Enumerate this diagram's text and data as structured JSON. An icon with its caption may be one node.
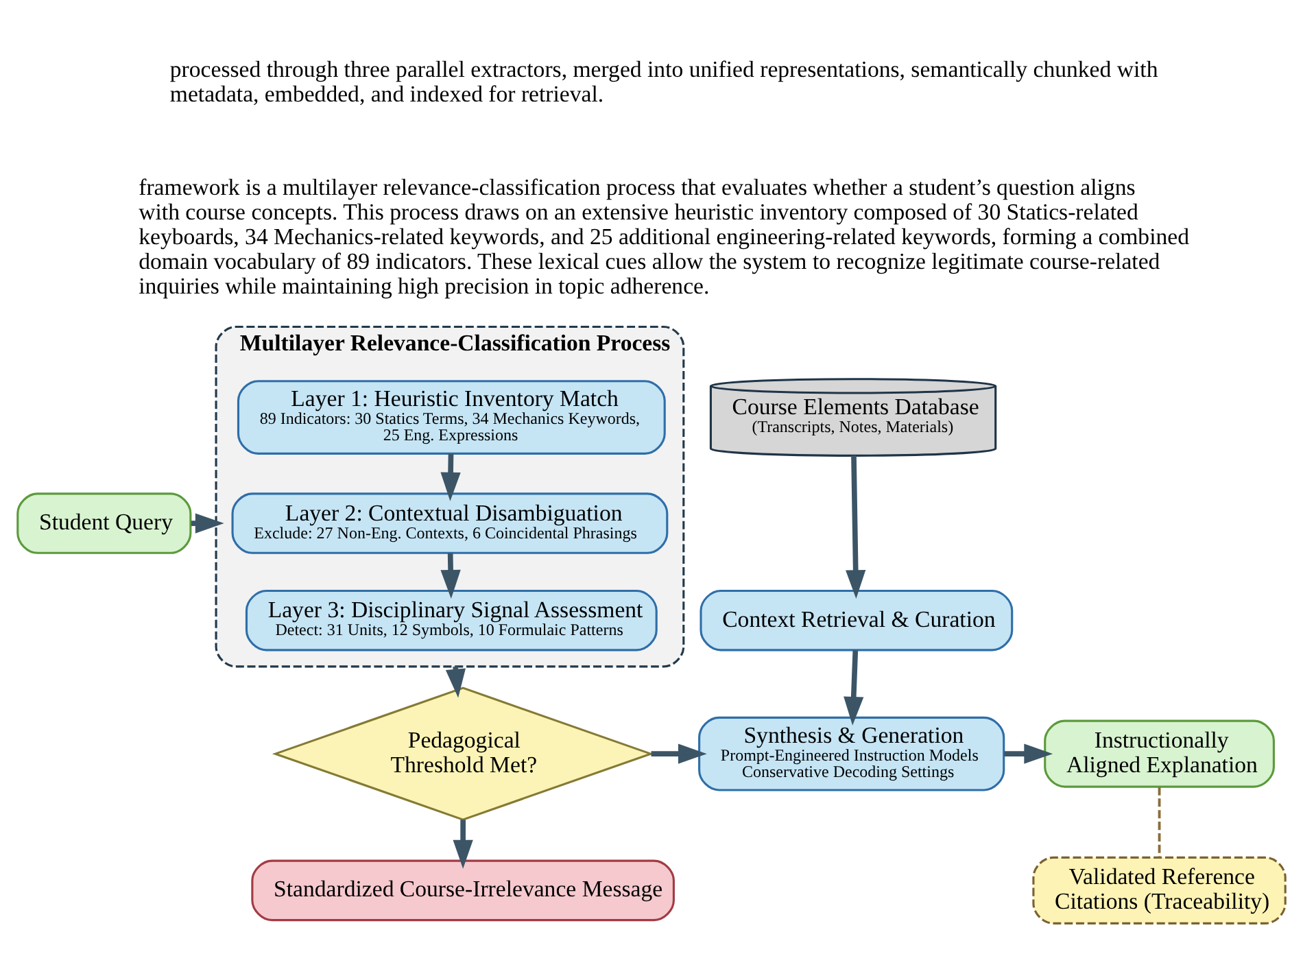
{
  "diagram": {
    "nodes": [
      {
        "text": [
          "Multilayer Relevance-Classification Process"
        ]
      },
      {
        "text": [
          "Layer 1: Heuristic Inventory Match",
          "89 Indicators: 30 Statics Terms, 34 Mechanics Keywords, 25 Eng. Expressions"
        ],
        "in": 0
      },
      {
        "text": [
          "Layer 2: Contextual Disambiguation",
          "Exclude: 27 Non-Eng. Contexts, 6 Coincidental Phrasings"
        ],
        "in": 0
      },
      {
        "text": [
          "Layer 3: Disciplinary Signal Assessment",
          "Detect: 31 Units, 12 Symbols, 10 Formulaic Patterns"
        ],
        "in": 0
      },
      {
        "text": [
          "Student Query"
        ]
      },
      {
        "text": [
          "Course Elements Database",
          "(Transcripts, Notes, Materials)"
        ]
      },
      {
        "text": [
          "Context Retrieval & Curation"
        ]
      },
      {
        "text": [
          "Pedagogical Threshold Met?"
        ]
      },
      {
        "text": [
          "Synthesis & Generation",
          "Prompt-Engineered Instruction Models",
          "Conservative Decoding Settings"
        ]
      },
      {
        "text": [
          "Instructionally Aligned Explanation"
        ]
      },
      {
        "text": [
          "Standardized Course-Irrelevance Message"
        ]
      },
      {
        "text": [
          "Validated Reference Citations (Traceability)"
        ]
      }
    ],
    "edges": [
      {
        "from": 4,
        "to": 0,
        "arrow": "to"
      },
      {
        "from": 1,
        "to": 2,
        "arrow": "to"
      },
      {
        "from": 2,
        "to": 3,
        "arrow": "to"
      },
      {
        "from": 0,
        "to": 7,
        "arrow": "to"
      },
      {
        "from": 5,
        "to": 6,
        "arrow": "to"
      },
      {
        "from": 6,
        "to": 8,
        "arrow": "to"
      },
      {
        "from": 7,
        "to": 8,
        "arrow": "to"
      },
      {
        "from": 7,
        "to": 10,
        "arrow": "to"
      },
      {
        "from": 8,
        "to": 9,
        "arrow": "to"
      },
      {
        "from": 9,
        "to": 11,
        "arrow": "none",
        "style": "dashed",
        "color": "#8a6d3b"
      }
    ],
    "labels": [
      "processed through three parallel extractors, merged into unified representations, semantically chunked with metadata, embedded, and indexed for retrieval.",
      "framework is a multilayer relevance-classification process that evaluates whether a student’s question aligns with course concepts. This process draws on an extensive heuristic inventory composed of 30 Statics-related keyboards, 34 Mechanics-related keywords, and 25 additional engineering-related keywords, forming a combined domain vocabulary of 89 indicators. These lexical cues allow the system to recognize legitimate course-related inquiries while maintaining high precision in topic adherence."
    ]
  }
}
